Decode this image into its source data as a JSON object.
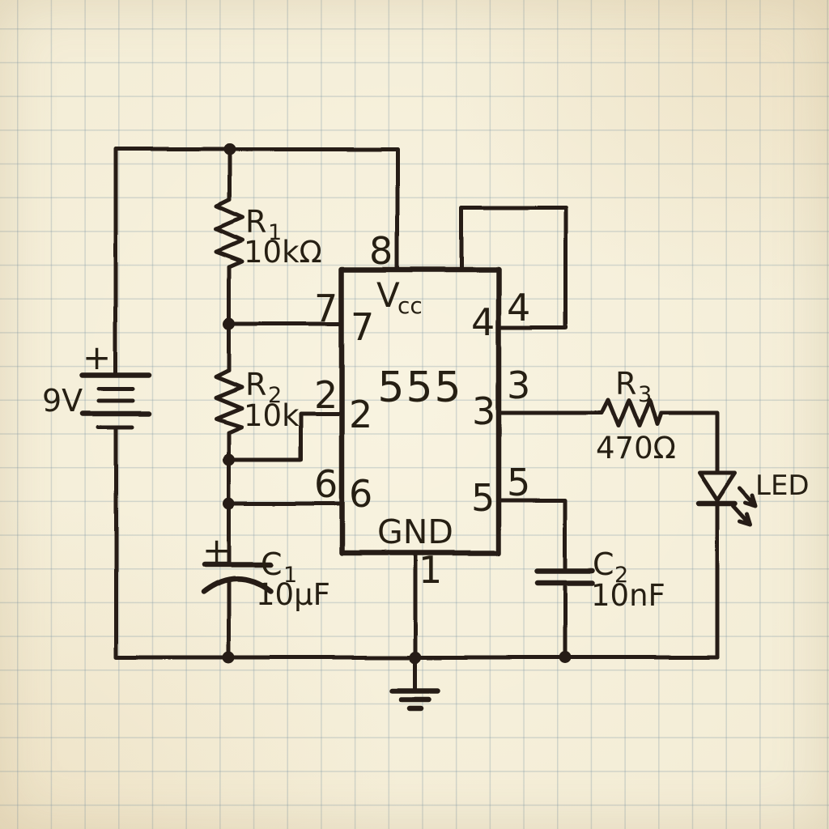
{
  "diagram_type": "circuit-schematic-555-led-flasher",
  "power_source": {
    "voltage": "9V",
    "polarity_mark": "+"
  },
  "ic": {
    "name": "555",
    "vcc_label": {
      "base": "V",
      "sub": "cc"
    },
    "gnd_label": "GND",
    "pins": {
      "p1": {
        "outer": "1"
      },
      "p2": {
        "outer": "2",
        "inner": "2"
      },
      "p3": {
        "outer": "3",
        "inner": "3"
      },
      "p4": {
        "outer": "4",
        "inner": "4"
      },
      "p5": {
        "outer": "5",
        "inner": "5"
      },
      "p6": {
        "outer": "6",
        "inner": "6"
      },
      "p7": {
        "outer": "7",
        "inner": "7"
      },
      "p8": {
        "outer": "8"
      }
    }
  },
  "components": {
    "r1": {
      "ref": "R",
      "sub": "1",
      "value": "10kΩ"
    },
    "r2": {
      "ref": "R",
      "sub": "2",
      "value": "10k"
    },
    "r3": {
      "ref": "R",
      "sub": "3",
      "value": "470Ω"
    },
    "c1": {
      "ref": "C",
      "sub": "1",
      "value": "10μF",
      "polarity_mark": "+"
    },
    "c2": {
      "ref": "C",
      "sub": "2",
      "value": "10nF"
    },
    "led": {
      "label": "LED"
    }
  },
  "colors": {
    "ink": "#261f13",
    "paper": "#f3ecd5",
    "grid": "#a8bcc8"
  }
}
